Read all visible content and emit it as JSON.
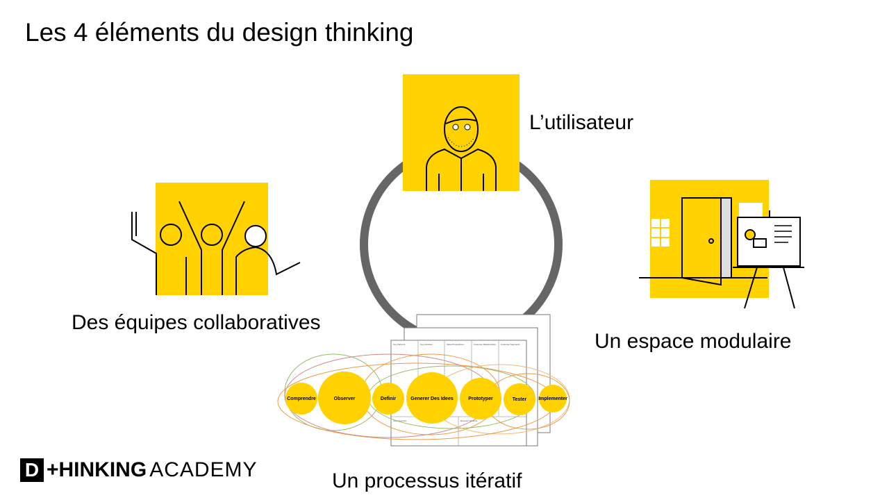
{
  "title": "Les 4 éléments du design thinking",
  "elements": {
    "user": "L’utilisateur",
    "teams": "Des équipes collaboratives",
    "space": "Un espace modulaire",
    "process": "Un processus itératif"
  },
  "process_steps": [
    "Comprendre",
    "Observer",
    "Definir",
    "Generer Des Idees",
    "Prototyper",
    "Tester",
    "Implementer"
  ],
  "canvas_headers": [
    "Key Partners",
    "Key Activities",
    "Value Propositions",
    "Customer Relationships",
    "Customer Segments",
    "Cost Structure",
    "Revenue Streams"
  ],
  "logo": {
    "mark": "D",
    "bold": "+HINKING",
    "light": "ACADEMY"
  },
  "colors": {
    "accent": "#FFD200",
    "ring": "#666666"
  }
}
